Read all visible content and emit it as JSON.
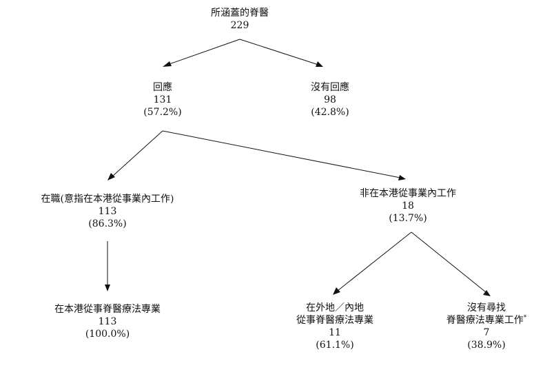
{
  "nodes": {
    "root": {
      "label": "所涵蓋的脊醫",
      "count": "229"
    },
    "responded": {
      "label": "回應",
      "count": "131",
      "pct": "(57.2%)"
    },
    "no_response": {
      "label": "沒有回應",
      "count": "98",
      "pct": "(42.8%)"
    },
    "employed": {
      "label": "在職(意指在本港從事業內工作)",
      "count": "113",
      "pct": "(86.3%)"
    },
    "not_employed": {
      "label": "非在本港從事業內工作",
      "count": "18",
      "pct": "(13.7%)"
    },
    "local_practice": {
      "label": "在本港從事脊醫療法專業",
      "count": "113",
      "pct": "(100.0%)"
    },
    "outside_hk": {
      "label_line1": "在外地／內地",
      "label_line2": "從事脊醫療法專業",
      "count": "11",
      "pct": "(61.1%)"
    },
    "not_seeking": {
      "label_line1": "沒有尋找",
      "label_line2": "脊醫療法專業工作",
      "footnote_mark": "*",
      "count": "7",
      "pct": "(38.9%)"
    }
  },
  "colors": {
    "text": "#111111",
    "line": "#111111",
    "background": "#ffffff"
  }
}
